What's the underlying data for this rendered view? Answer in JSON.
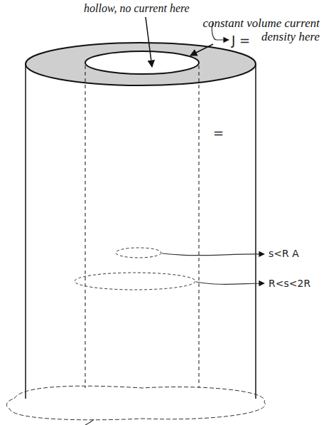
{
  "diagram": {
    "labels": [
      "hollow, no current here",
      "constant volume current density here",
      "J =",
      "=",
      "s<R A",
      "R<s<2R"
    ]
  }
}
